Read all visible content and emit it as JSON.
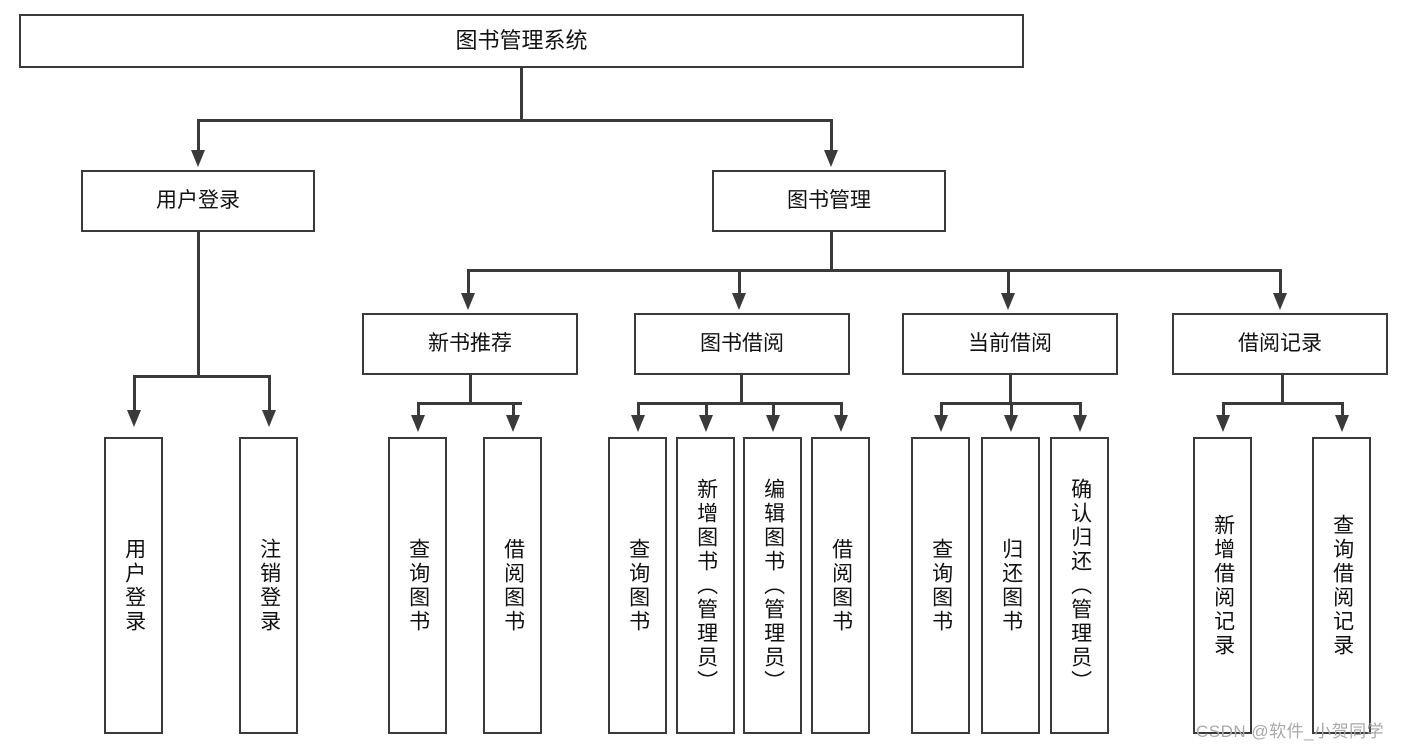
{
  "diagram": {
    "type": "tree",
    "title": "图书管理系统",
    "watermark": "CSDN @软件_小贺同学",
    "colors": {
      "stroke": "#3a3a3a",
      "fill": "#ffffff",
      "text": "#111111",
      "watermark": "#a9a9a9"
    },
    "root": {
      "label": "图书管理系统"
    },
    "level2": [
      {
        "label": "用户登录"
      },
      {
        "label": "图书管理"
      }
    ],
    "level3": [
      {
        "label": "新书推荐"
      },
      {
        "label": "图书借阅"
      },
      {
        "label": "当前借阅"
      },
      {
        "label": "借阅记录"
      }
    ],
    "leaves": {
      "user_login": [
        {
          "label": "用户登录"
        },
        {
          "label": "注销登录"
        }
      ],
      "new_book_recommend": [
        {
          "label": "查询图书"
        },
        {
          "label": "借阅图书"
        }
      ],
      "book_borrow": [
        {
          "label": "查询图书"
        },
        {
          "label": "新增图书（管理员）"
        },
        {
          "label": "编辑图书（管理员）"
        },
        {
          "label": "借阅图书"
        }
      ],
      "current_borrow": [
        {
          "label": "查询图书"
        },
        {
          "label": "归还图书"
        },
        {
          "label": "确认归还（管理员）"
        }
      ],
      "borrow_record": [
        {
          "label": "新增借阅记录"
        },
        {
          "label": "查询借阅记录"
        }
      ]
    }
  }
}
